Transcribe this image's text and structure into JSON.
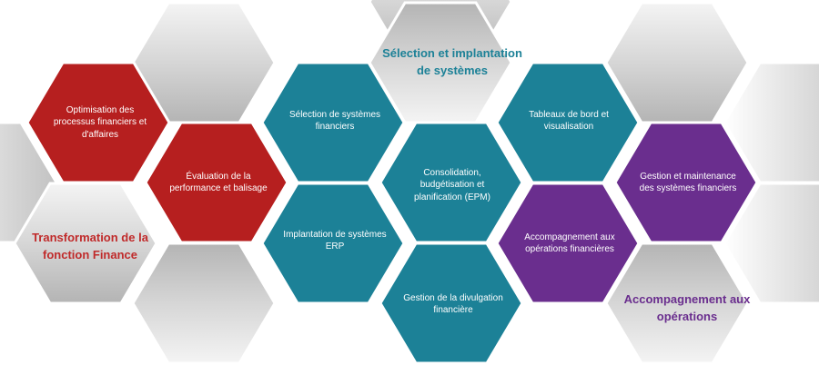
{
  "colors": {
    "red": "#b61f1f",
    "teal": "#1c8197",
    "purple": "#6a2e8e",
    "gray_light": "#f2f2f2",
    "gray_dark": "#bdbdbd"
  },
  "groups": {
    "transformation": {
      "title": "Transformation de la fonction Finance",
      "color": "#c02a2a"
    },
    "systems": {
      "title": "Sélection et implantation de systèmes",
      "color": "#1c8197"
    },
    "operations": {
      "title": "Accompagnement aux opérations",
      "color": "#6a2e8e"
    }
  },
  "hexagons": [
    {
      "label": "Optimisation des processus financiers et d'affaires",
      "color_key": "red"
    },
    {
      "label": "Évaluation de la performance et balisage",
      "color_key": "red"
    },
    {
      "label": "Sélection de systèmes financiers",
      "color_key": "teal"
    },
    {
      "label": "Implantation de systèmes ERP",
      "color_key": "teal"
    },
    {
      "label": "Consolidation, budgétisation et planification (EPM)",
      "color_key": "teal"
    },
    {
      "label": "Gestion de la divulgation financière",
      "color_key": "teal"
    },
    {
      "label": "Tableaux de bord et visualisation",
      "color_key": "teal"
    },
    {
      "label": "Accompagnement aux opérations financières",
      "color_key": "purple"
    },
    {
      "label": "Gestion et maintenance des systèmes financiers",
      "color_key": "purple"
    }
  ]
}
